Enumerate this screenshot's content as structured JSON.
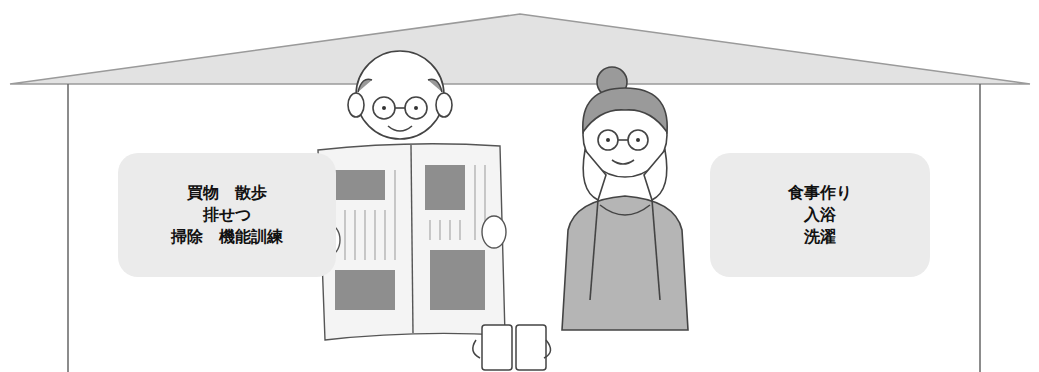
{
  "diagram": {
    "nodes": [
      {
        "text": [
          "買物　散歩",
          "排せつ",
          "掃除　機能訓練"
        ]
      },
      {
        "text": [
          "食事作り",
          "入浴",
          "洗濯"
        ]
      }
    ]
  }
}
